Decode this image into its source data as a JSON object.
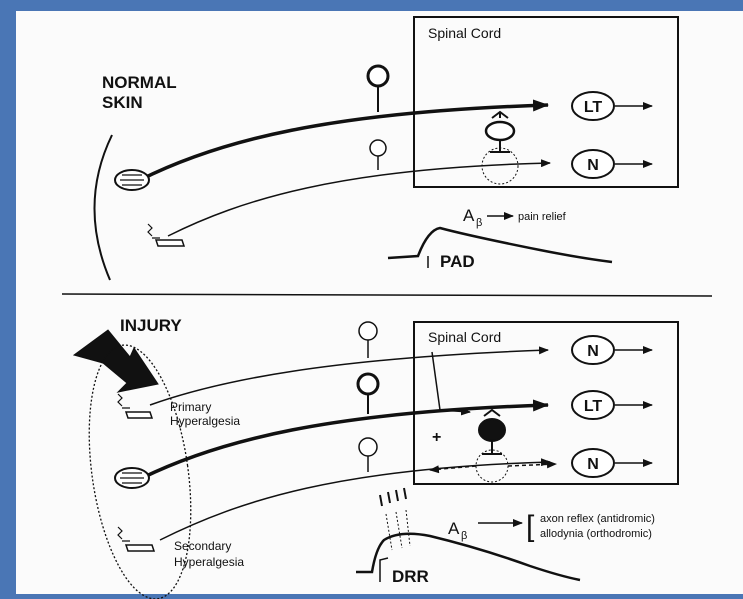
{
  "normal_panel": {
    "heading_line1": "NORMAL",
    "heading_line2": "SKIN",
    "box_label": "Spinal Cord",
    "node_lt": "LT",
    "node_n": "N",
    "ab_main": "A",
    "ab_sub": "β",
    "ab_result": "pain relief",
    "curve_label": "PAD"
  },
  "injury_panel": {
    "heading": "INJURY",
    "box_label": "Spinal Cord",
    "node_n_top": "N",
    "node_lt": "LT",
    "node_n_bottom": "N",
    "primary_line1": "Primary",
    "primary_line2": "Hyperalgesia",
    "secondary_line1": "Secondary",
    "secondary_line2": "Hyperalgesia",
    "plus_sign": "+",
    "ab_main": "A",
    "ab_sub": "β",
    "bracket": "[",
    "effect_1": "axon reflex (antidromic)",
    "effect_2": "allodynia (orthodromic)",
    "curve_label": "DRR"
  },
  "colors": {
    "border": "#4a76b5",
    "ink": "#111111"
  }
}
